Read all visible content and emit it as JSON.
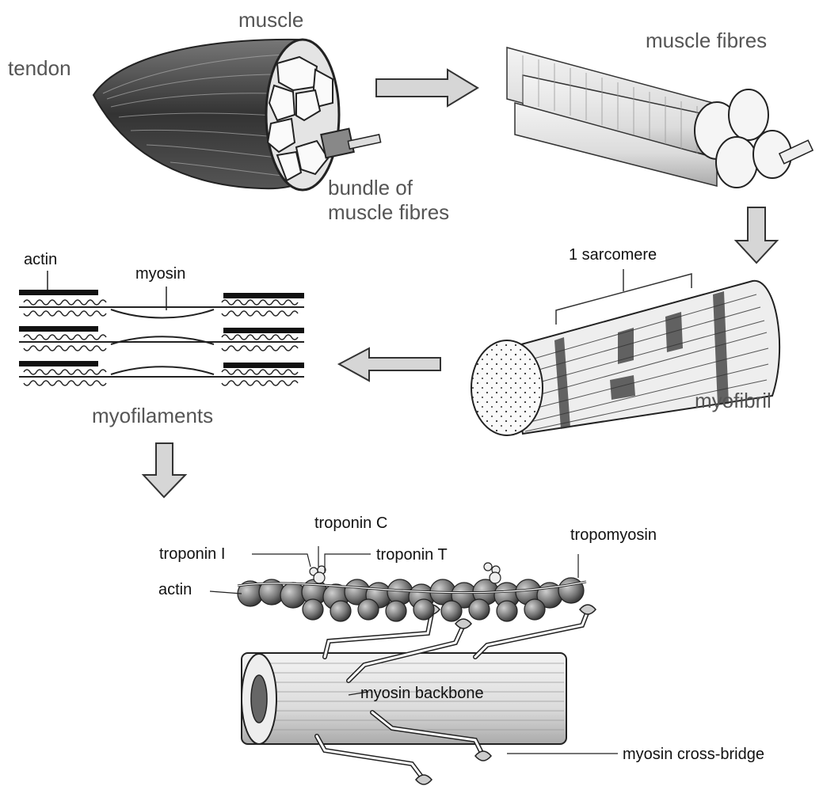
{
  "labels": {
    "muscle": "muscle",
    "tendon": "tendon",
    "bundle_of_muscle_fibres_line1": "bundle of",
    "bundle_of_muscle_fibres_line2": "muscle fibres",
    "muscle_fibres": "muscle fibres",
    "sarcomere": "1 sarcomere",
    "myofibril": "myofibril",
    "actin_top": "actin",
    "myosin_top": "myosin",
    "myofilaments": "myofilaments",
    "troponin_c": "troponin C",
    "troponin_i": "troponin I",
    "troponin_t": "troponin T",
    "tropomyosin": "tropomyosin",
    "actin_bottom": "actin",
    "myosin_backbone": "myosin backbone",
    "myosin_cross_bridge": "myosin cross-bridge"
  },
  "colors": {
    "arrow_fill": "#d6d6d6",
    "arrow_stroke": "#333333",
    "ink": "#222222",
    "shade": "#555555"
  }
}
